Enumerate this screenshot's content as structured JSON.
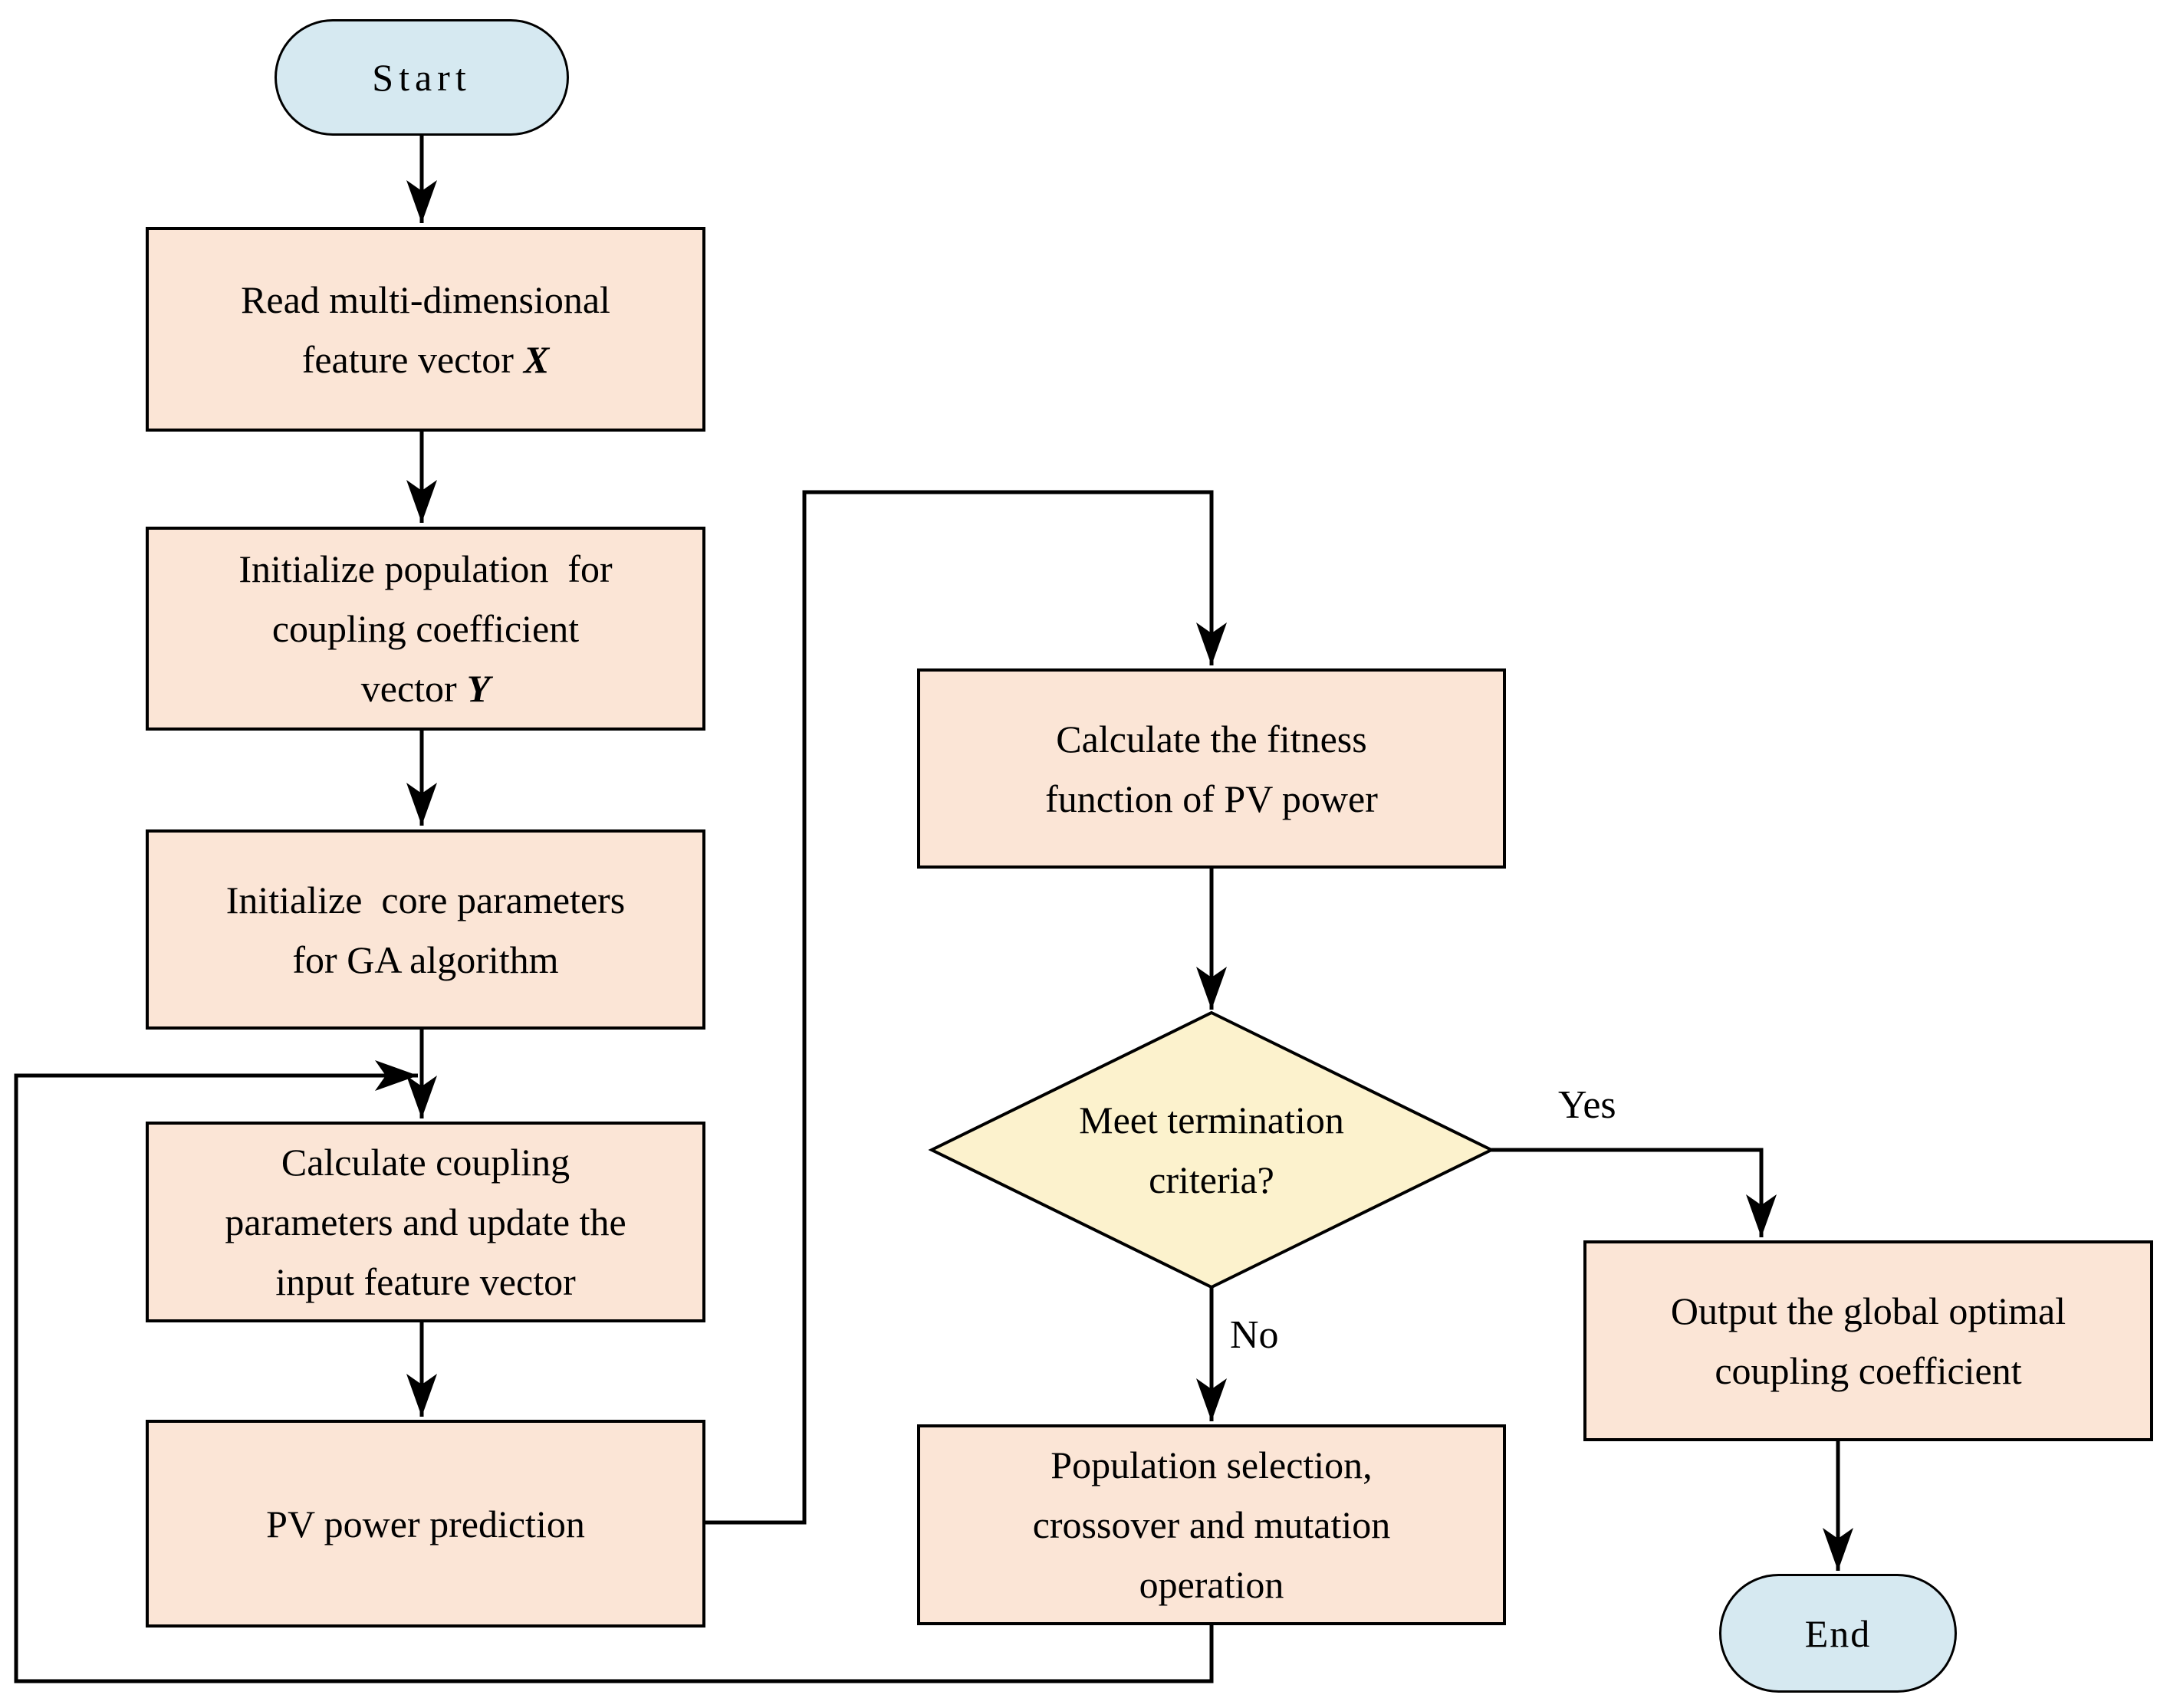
{
  "colors": {
    "process_fill": "#fbe5d6",
    "terminal_fill": "#d6e9f1",
    "decision_fill": "#fcf2cd",
    "line_color": "#000000"
  },
  "nodes": {
    "start": {
      "label": "Start"
    },
    "read_vector": {
      "line1": "Read multi-dimensional",
      "line2": "feature vector",
      "symbol": "X"
    },
    "init_population": {
      "line1": "Initialize population  for",
      "line2": "coupling coefficient",
      "line3": "vector",
      "symbol": "Y"
    },
    "init_ga": {
      "line1": "Initialize  core parameters",
      "line2": "for GA algorithm"
    },
    "calc_coupling": {
      "line1": "Calculate coupling",
      "line2": "parameters and update the",
      "line3": "input feature vector"
    },
    "pv_prediction": {
      "line1": "PV power prediction"
    },
    "fitness": {
      "line1": "Calculate the fitness",
      "line2": "function of PV power"
    },
    "decision": {
      "line1": "Meet termination",
      "line2": "criteria?"
    },
    "population_ops": {
      "line1": "Population selection,",
      "line2": "crossover and mutation",
      "line3": "operation"
    },
    "output": {
      "line1": "Output the global optimal",
      "line2": "coupling coefficient"
    },
    "end": {
      "label": "End"
    }
  },
  "branches": {
    "yes": "Yes",
    "no": "No"
  }
}
